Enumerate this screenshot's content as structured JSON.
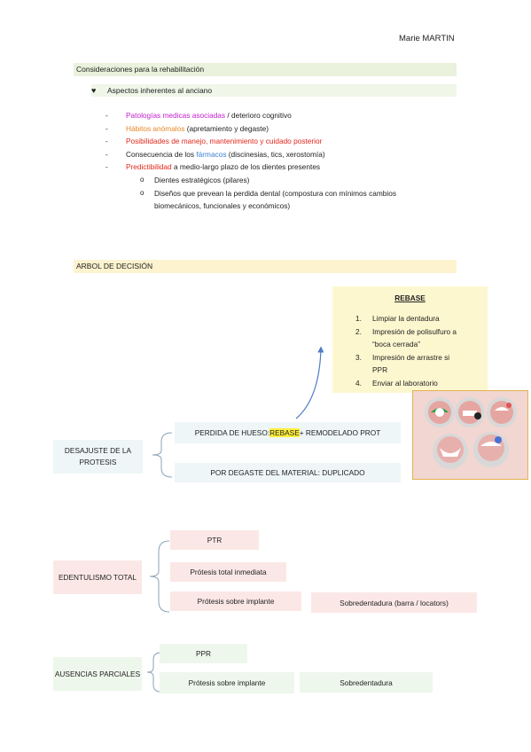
{
  "author": "Marie MARTIN",
  "section1": {
    "title": "Consideraciones para la rehabilitación"
  },
  "bullet": {
    "icon": "heart-bullet-icon",
    "label": "Aspectos inherentes al anciano"
  },
  "aspects": [
    {
      "highlight": "Patologías medicas asociadas",
      "rest": " / deterioro cognitivo"
    },
    {
      "highlight": "Hábitos anómalos",
      "rest": " (apretamiento y degaste)"
    },
    {
      "full": "Posibilidades de manejo, mantenimiento y cuidado posterior"
    },
    {
      "prefix": "Consecuencia de los ",
      "highlight": "fármacos",
      "rest": " (discinesias, tics, xerostomía)"
    },
    {
      "highlight": "Predictibilidad",
      "rest": " a medio-largo plazo de los dientes presentes"
    }
  ],
  "subitems": [
    "Dientes estratégicos (pilares)",
    "Diseños que prevean la perdida dental (compostura con mínimos cambios",
    "biomecánicos, funcionales y económicos)"
  ],
  "section2": {
    "title": "ARBOL DE DECISIÓN"
  },
  "rebase": {
    "title": "REBASE",
    "steps": [
      {
        "n": "1.",
        "text": "Limpiar la dentadura"
      },
      {
        "n": "2.",
        "text": "Impresión de polisulfuro a"
      },
      {
        "n": "",
        "text": "“boca cerrada”"
      },
      {
        "n": "3.",
        "text": "Impresión de arrastre si"
      },
      {
        "n": "",
        "text": "PPR"
      },
      {
        "n": "4.",
        "text": "Enviar al laboratorio"
      }
    ]
  },
  "tree1": {
    "root": "DESAJUSTE DE LA PROTESIS",
    "branch1_prefix": "PERDIDA DE HUESO: ",
    "branch1_highlight": "REBASE",
    "branch1_suffix": " + REMODELADO PROT",
    "branch2": "POR DEGASTE DEL MATERIAL: DUPLICADO"
  },
  "tree2": {
    "root": "EDENTULISMO TOTAL",
    "branches": [
      "PTR",
      "Prótesis total inmediata",
      "Prótesis sobre implante"
    ],
    "extra": "Sobredentadura (barra / locators)"
  },
  "tree3": {
    "root": "AUSENCIAS PARCIALES",
    "branches": [
      "PPR",
      "Prótesis sobre implante"
    ],
    "extra": "Sobredentadura"
  },
  "colors": {
    "magenta": "#c21fcb",
    "orange": "#e8862a",
    "red": "#e0261b",
    "blue": "#3b82d6"
  }
}
